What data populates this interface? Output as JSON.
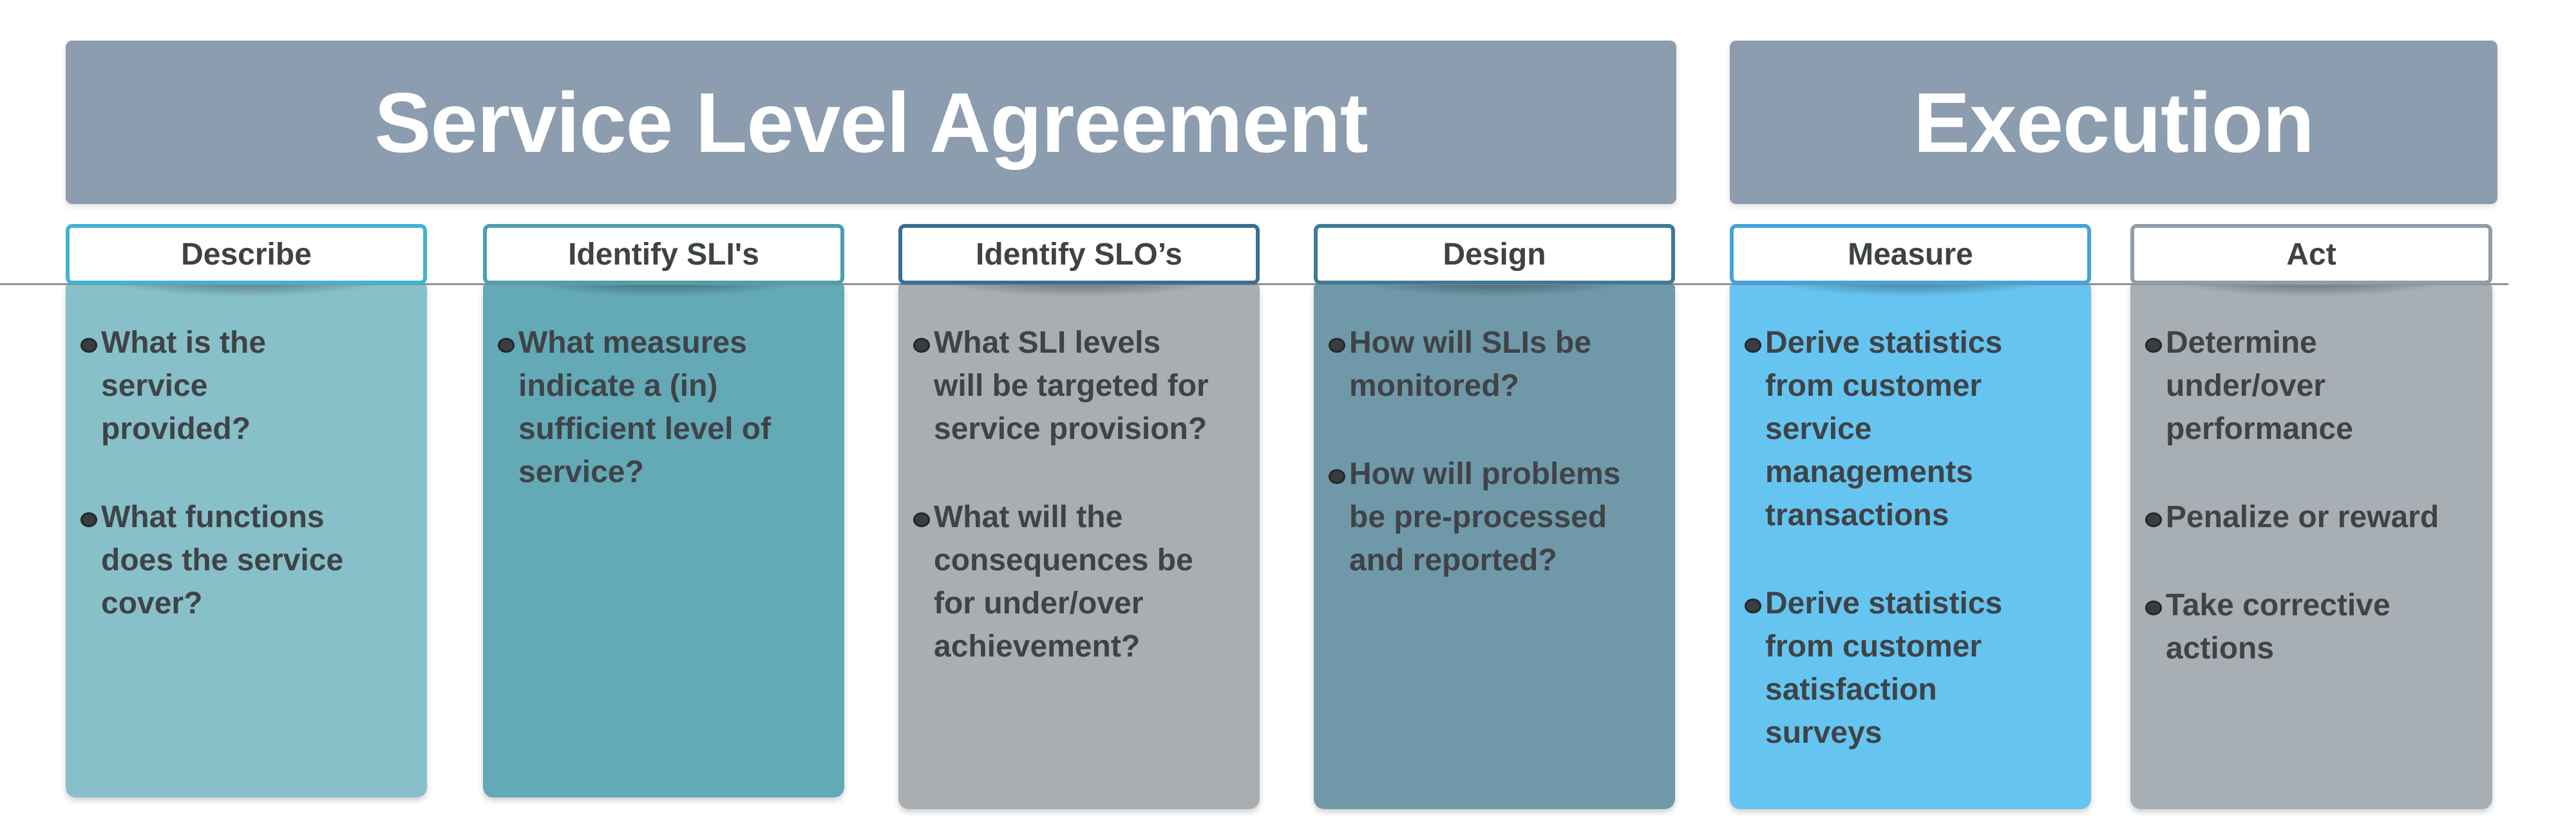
{
  "divider_color": "#8a9097",
  "text_color": "#3f4347",
  "sections": [
    {
      "title": "Service Level Agreement",
      "band_color": "#8b9dae",
      "title_color": "#ffffff",
      "columns": [
        {
          "header": "Describe",
          "border_color": "#41b3d0",
          "body_color": "#87c0c9",
          "bullets": [
            "What is the\nservice\nprovided?",
            "What functions\ndoes the service\ncover?"
          ]
        },
        {
          "header": "Identify SLI's",
          "border_color": "#4d9fae",
          "body_color": "#63a9b6",
          "bullets": [
            "What measures\nindicate a (in)\nsufficient level of\nservice?"
          ]
        },
        {
          "header": "Identify SLO’s",
          "border_color": "#3a6e93",
          "body_color": "#a8aeb2",
          "bullets": [
            "What SLI levels\nwill be targeted for\nservice provision?",
            "What will the\nconsequences be\nfor under/over\nachievement?"
          ]
        },
        {
          "header": "Design",
          "border_color": "#3e7a98",
          "body_color": "#6f99a9",
          "bullets": [
            "How will SLIs be\nmonitored?",
            "How will problems\nbe pre-processed\nand reported?"
          ]
        }
      ]
    },
    {
      "title": "Execution",
      "band_color": "#8b9dae",
      "title_color": "#ffffff",
      "columns": [
        {
          "header": "Measure",
          "border_color": "#45a3da",
          "body_color": "#66c5f0",
          "bullets": [
            "Derive statistics\nfrom customer\nservice\nmanagements\ntransactions",
            "Derive statistics\nfrom customer\nsatisfaction\nsurveys"
          ]
        },
        {
          "header": "Act",
          "border_color": "#909eab",
          "body_color": "#a7aeb4",
          "bullets": [
            "Determine\nunder/over\nperformance",
            "Penalize or reward",
            "Take corrective\nactions"
          ]
        }
      ]
    }
  ]
}
